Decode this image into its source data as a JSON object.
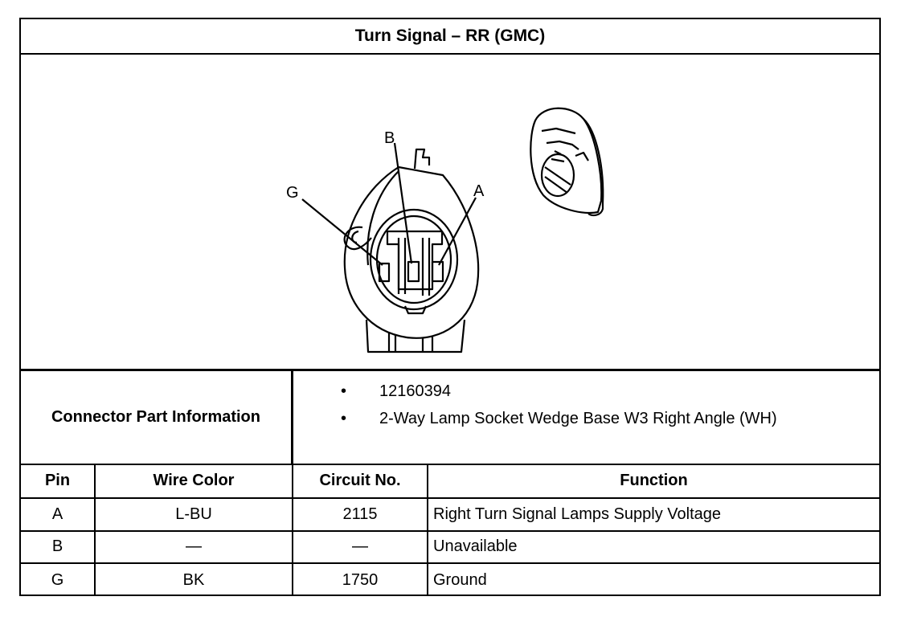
{
  "title": "Turn Signal – RR (GMC)",
  "figure": {
    "pin_labels": {
      "b": "B",
      "g": "G",
      "a": "A"
    }
  },
  "connector_info": {
    "label": "Connector Part Information",
    "bullet": "•",
    "items": [
      "12160394",
      "2-Way Lamp Socket Wedge Base W3 Right Angle (WH)"
    ]
  },
  "pin_table": {
    "headers": {
      "pin": "Pin",
      "wire_color": "Wire Color",
      "circuit": "Circuit No.",
      "function": "Function"
    },
    "rows": [
      {
        "pin": "A",
        "wire_color": "L-BU",
        "circuit": "2115",
        "function": "Right Turn Signal Lamps Supply Voltage"
      },
      {
        "pin": "B",
        "wire_color": "—",
        "circuit": "—",
        "function": "Unavailable"
      },
      {
        "pin": "G",
        "wire_color": "BK",
        "circuit": "1750",
        "function": "Ground"
      }
    ]
  }
}
